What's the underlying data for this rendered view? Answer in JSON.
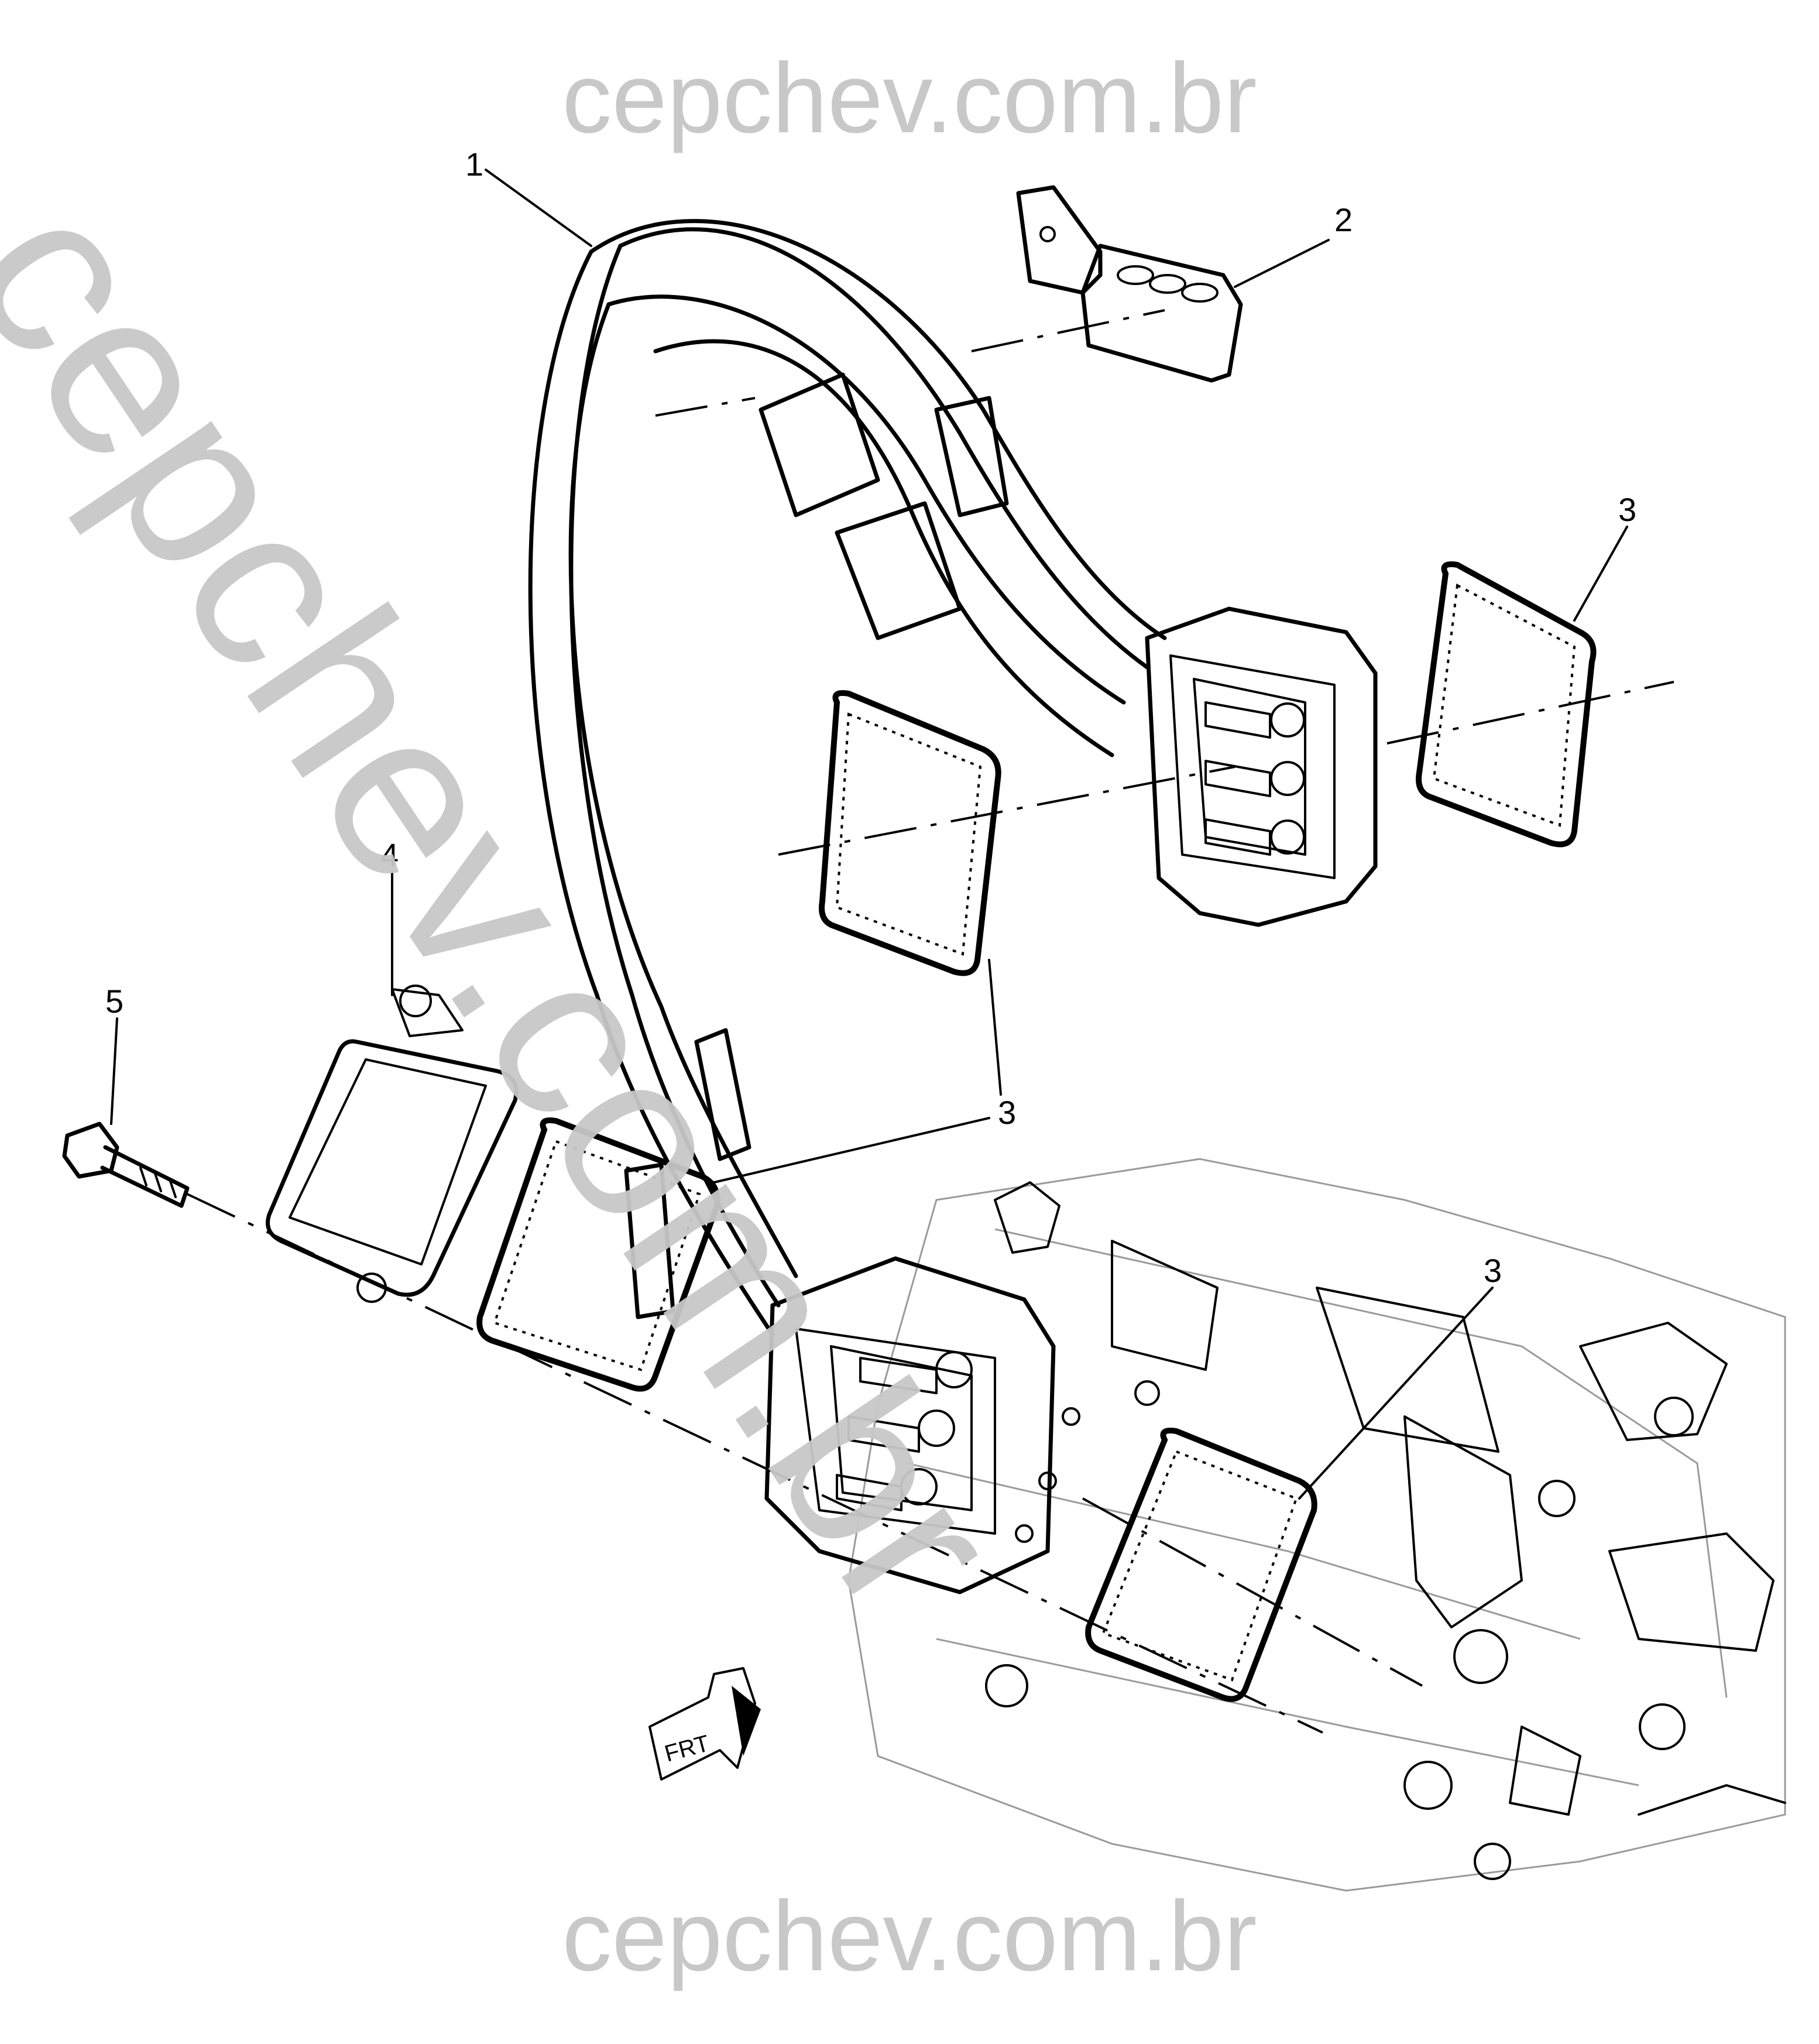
{
  "watermark": {
    "top": "cepchev.com.br",
    "bottom": "cepchev.com.br",
    "diagonal": "cepchev.com.br"
  },
  "callouts": {
    "c1": "1",
    "c2": "2",
    "c3a": "3",
    "c3b": "3",
    "c3c": "3",
    "c4": "4",
    "c5": "5"
  },
  "frt_label": "FRT"
}
